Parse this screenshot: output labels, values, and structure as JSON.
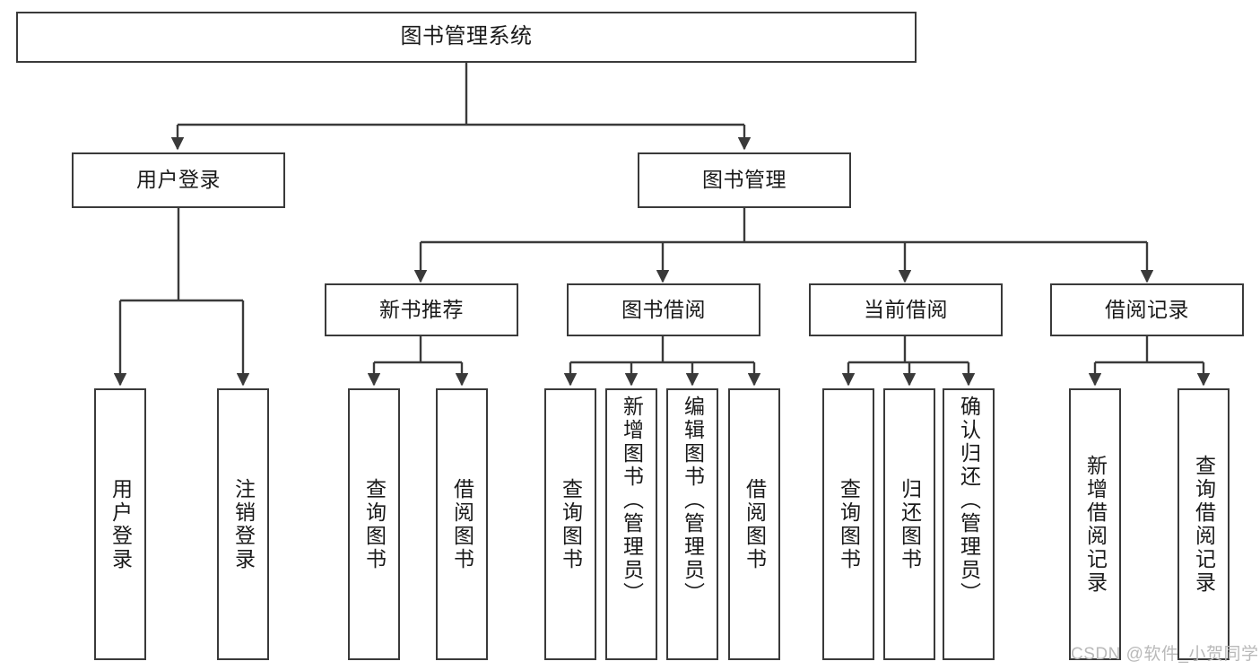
{
  "diagram": {
    "type": "tree-hierarchy-chart",
    "title": "图书管理系统",
    "watermark": "CSDN @软件_小贺同学",
    "colors": {
      "box_stroke": "#3a3a3a",
      "box_fill": "#ffffff",
      "edge": "#3a3a3a",
      "text": "#1a1a1a",
      "watermark": "#b9b9b9"
    },
    "nodes": {
      "root": {
        "label": "图书管理系统",
        "orientation": "horizontal"
      },
      "user_login": {
        "label": "用户登录",
        "orientation": "horizontal"
      },
      "book_manage": {
        "label": "图书管理",
        "orientation": "horizontal"
      },
      "new_book_rec": {
        "label": "新书推荐",
        "orientation": "horizontal"
      },
      "book_borrow": {
        "label": "图书借阅",
        "orientation": "horizontal"
      },
      "current_borrow": {
        "label": "当前借阅",
        "orientation": "horizontal"
      },
      "borrow_record": {
        "label": "借阅记录",
        "orientation": "horizontal"
      },
      "leaf_user_login": {
        "label": "用户登录",
        "orientation": "vertical"
      },
      "leaf_user_logout": {
        "label": "注销登录",
        "orientation": "vertical"
      },
      "leaf_rec_query": {
        "label": "查询图书",
        "orientation": "vertical"
      },
      "leaf_rec_borrow": {
        "label": "借阅图书",
        "orientation": "vertical"
      },
      "leaf_borrow_query": {
        "label": "查询图书",
        "orientation": "vertical"
      },
      "leaf_borrow_add": {
        "label": "新增图书（管理员）",
        "orientation": "vertical"
      },
      "leaf_borrow_edit": {
        "label": "编辑图书（管理员）",
        "orientation": "vertical"
      },
      "leaf_borrow_lend": {
        "label": "借阅图书",
        "orientation": "vertical"
      },
      "leaf_cur_query": {
        "label": "查询图书",
        "orientation": "vertical"
      },
      "leaf_cur_return": {
        "label": "归还图书",
        "orientation": "vertical"
      },
      "leaf_cur_confirm": {
        "label": "确认归还（管理员）",
        "orientation": "vertical"
      },
      "leaf_rec_add": {
        "label": "新增借阅记录",
        "orientation": "vertical"
      },
      "leaf_rec_search": {
        "label": "查询借阅记录",
        "orientation": "vertical"
      }
    },
    "edges": [
      {
        "from": "root",
        "to": "user_login"
      },
      {
        "from": "root",
        "to": "book_manage"
      },
      {
        "from": "user_login",
        "to": "leaf_user_login"
      },
      {
        "from": "user_login",
        "to": "leaf_user_logout"
      },
      {
        "from": "book_manage",
        "to": "new_book_rec"
      },
      {
        "from": "book_manage",
        "to": "book_borrow"
      },
      {
        "from": "book_manage",
        "to": "current_borrow"
      },
      {
        "from": "book_manage",
        "to": "borrow_record"
      },
      {
        "from": "new_book_rec",
        "to": "leaf_rec_query"
      },
      {
        "from": "new_book_rec",
        "to": "leaf_rec_borrow"
      },
      {
        "from": "book_borrow",
        "to": "leaf_borrow_query"
      },
      {
        "from": "book_borrow",
        "to": "leaf_borrow_add"
      },
      {
        "from": "book_borrow",
        "to": "leaf_borrow_edit"
      },
      {
        "from": "book_borrow",
        "to": "leaf_borrow_lend"
      },
      {
        "from": "current_borrow",
        "to": "leaf_cur_query"
      },
      {
        "from": "current_borrow",
        "to": "leaf_cur_return"
      },
      {
        "from": "current_borrow",
        "to": "leaf_cur_confirm"
      },
      {
        "from": "borrow_record",
        "to": "leaf_rec_add"
      },
      {
        "from": "borrow_record",
        "to": "leaf_rec_search"
      }
    ]
  }
}
